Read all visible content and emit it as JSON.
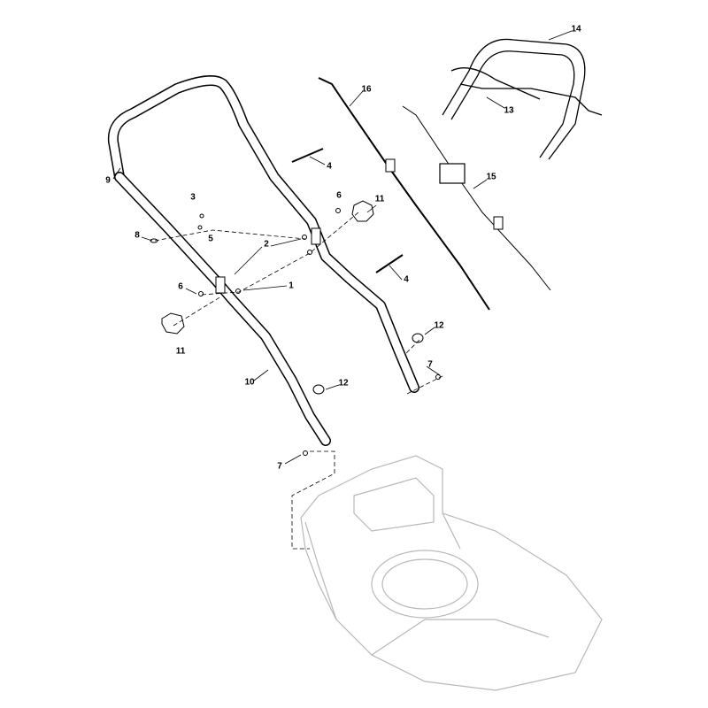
{
  "diagram": {
    "callouts": [
      "14",
      "16",
      "13",
      "15",
      "4",
      "9",
      "3",
      "6",
      "11",
      "5",
      "8",
      "2",
      "1",
      "4",
      "6",
      "12",
      "11",
      "7",
      "10",
      "12",
      "7"
    ]
  }
}
